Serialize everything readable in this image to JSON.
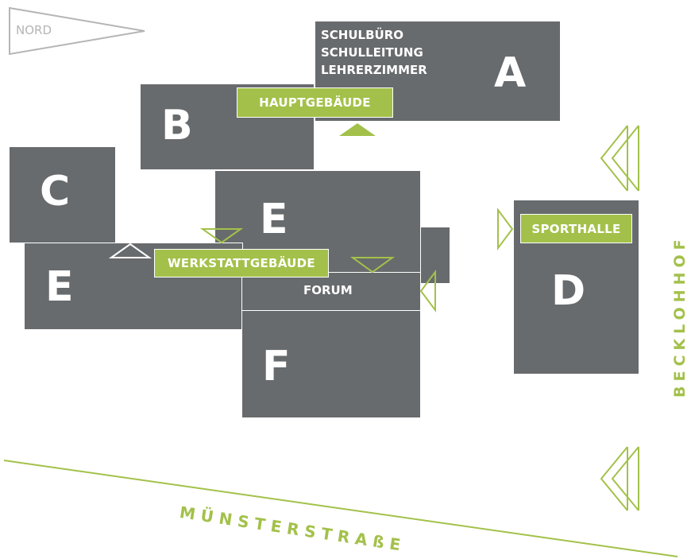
{
  "north_label": "NORD",
  "buildings": {
    "A": {
      "letter": "A",
      "lines": [
        "SCHULBÜRO",
        "SCHULLEITUNG",
        "LEHRERZIMMER"
      ]
    },
    "B": {
      "letter": "B"
    },
    "C": {
      "letter": "C"
    },
    "E_upper": {
      "letter": "E"
    },
    "E_lower": {
      "letter": "E"
    },
    "D": {
      "letter": "D"
    },
    "F": {
      "letter": "F"
    }
  },
  "tags": {
    "hauptgebaeude": "HAUPTGEBÄUDE",
    "werkstattgebaeude": "WERKSTATTGEBÄUDE",
    "sporthalle": "SPORTHALLE"
  },
  "forum": "FORUM",
  "streets": {
    "becklohhof": "BECKLOHHOF",
    "muensterstrasse": "MÜNSTERSTRAßE"
  },
  "colors": {
    "building": "#686b6d",
    "accent": "#a3c14a",
    "text": "#ffffff",
    "north_arrow": "#b5b5b5"
  }
}
